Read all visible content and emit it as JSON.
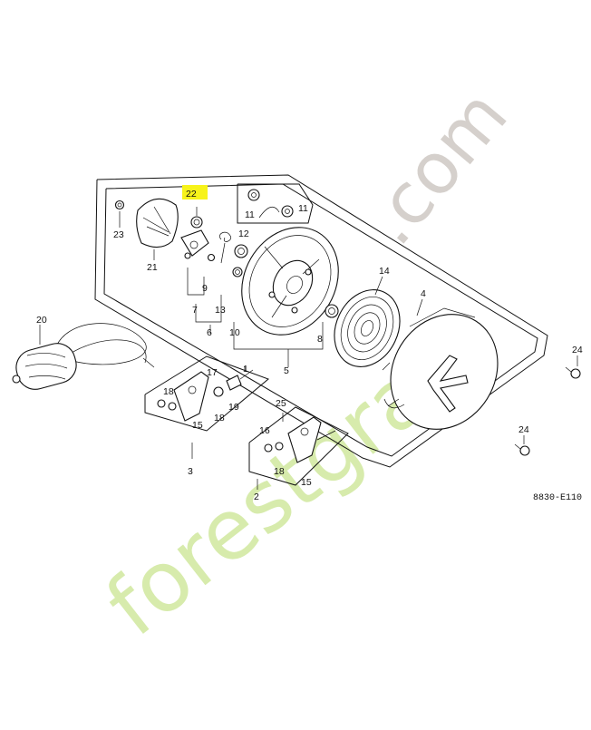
{
  "diagram": {
    "code": "8830-E110",
    "highlight_color": "#f7f31a",
    "highlighted_part": "22",
    "watermark_domain": ".com",
    "watermark_name": "forestgrain",
    "parts": {
      "p2": "2",
      "p3": "3",
      "p4": "4",
      "p5": "5",
      "p6": "6",
      "p7": "7",
      "p8": "8",
      "p9": "9",
      "p10": "10",
      "p11a": "11",
      "p11b": "11",
      "p12": "12",
      "p13": "13",
      "p14": "14",
      "p15a": "15",
      "p15b": "15",
      "p16": "16",
      "p17": "17",
      "p18a": "18",
      "p18b": "18",
      "p18c": "18",
      "p19": "19",
      "p20": "20",
      "p21": "21",
      "p22": "22",
      "p23": "23",
      "p24a": "24",
      "p24b": "24",
      "p25": "25",
      "p1": "1"
    }
  }
}
